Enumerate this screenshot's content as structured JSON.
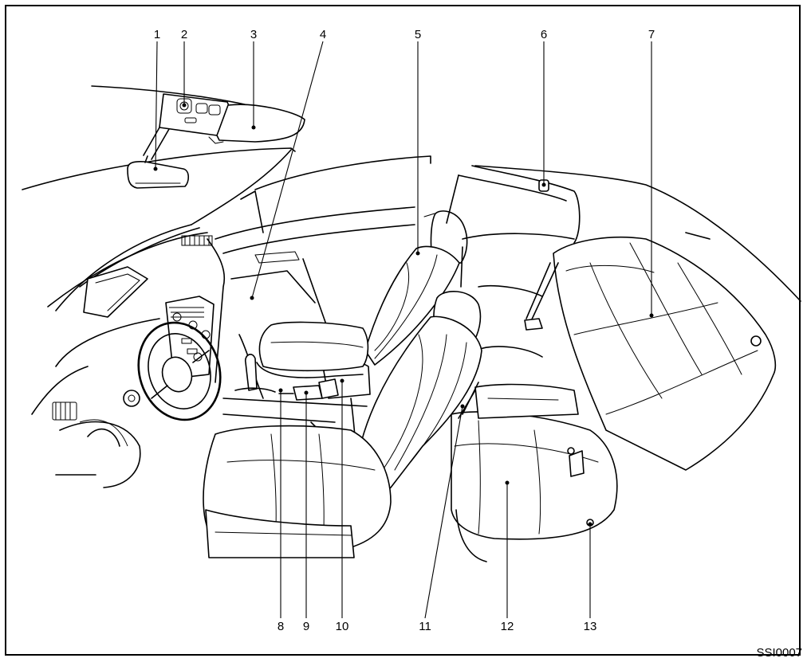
{
  "callouts": [
    "1",
    "2",
    "3",
    "4",
    "5",
    "6",
    "7",
    "8",
    "9",
    "10",
    "11",
    "12",
    "13"
  ],
  "figure_code": "SSI0007"
}
